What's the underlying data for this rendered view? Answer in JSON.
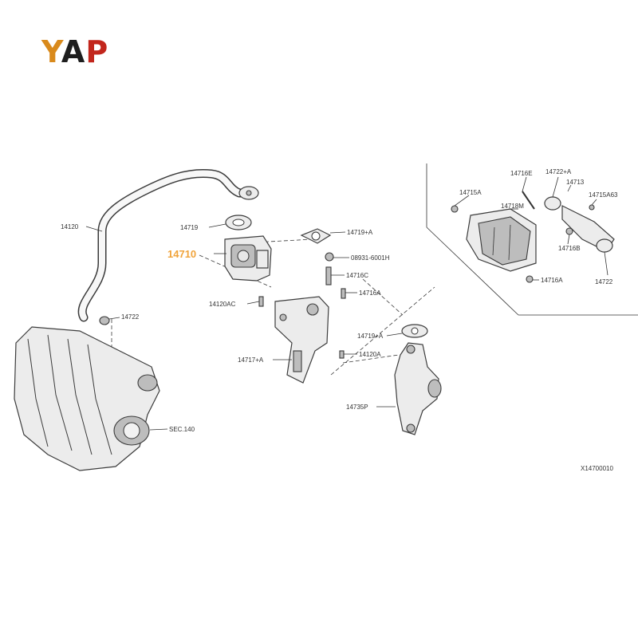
{
  "brand": {
    "logo_y": "Y",
    "logo_a": "A",
    "logo_p": "P"
  },
  "highlight": {
    "part_number": "14710",
    "color": "#f0a33a"
  },
  "labels": {
    "pipe": "14120",
    "gasket_top": "14719",
    "gasket_right": "14719+A",
    "bolt_a": "08931-6001H",
    "bolt_b": "14716C",
    "bolt_c": "14716A",
    "bolt_left": "14120AC",
    "clip": "14722",
    "gasket_mid": "14719+A",
    "bolt_mid": "14120A",
    "bracket": "14717+A",
    "cooler_pipe": "14735P",
    "manifold_sec": "SEC.140",
    "inset_14715a": "14715A",
    "inset_14716e": "14716E",
    "inset_14722a": "14722+A",
    "inset_14713": "14713",
    "inset_14715a3": "14715A63",
    "inset_14718m": "14718M",
    "inset_14716b": "14716B",
    "inset_14716a": "14716A",
    "inset_14722": "14722",
    "diagram_id": "X14700010"
  }
}
